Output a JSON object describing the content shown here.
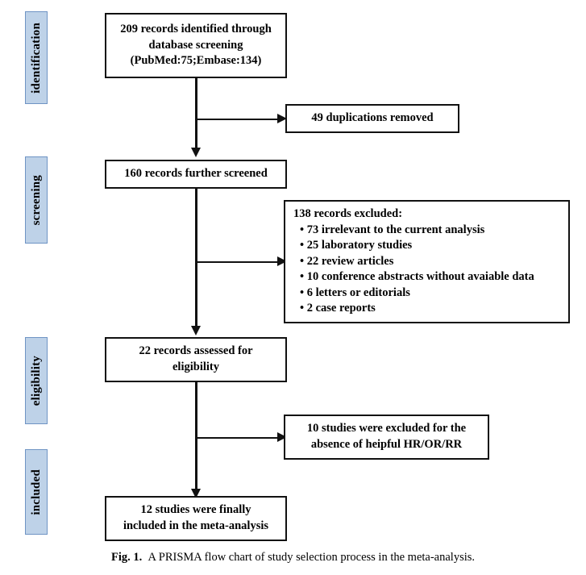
{
  "figure": {
    "caption_label": "Fig. 1.",
    "caption_text": "A PRISMA flow chart of study selection process in the meta-analysis."
  },
  "colors": {
    "stage_fill": "#bed2e8",
    "stage_border": "#6f94c4",
    "box_border": "#111111",
    "line": "#111111",
    "background": "#ffffff"
  },
  "chart_data": {
    "type": "diagram",
    "title": "A PRISMA flow chart of study selection process in the meta-analysis.",
    "stages": [
      {
        "name": "identification",
        "label": "identification"
      },
      {
        "name": "screening",
        "label": "screening"
      },
      {
        "name": "eligibility",
        "label": "eligibility"
      },
      {
        "name": "included",
        "label": "included"
      }
    ],
    "nodes": [
      {
        "id": "identified",
        "stage": "identification",
        "count": 209,
        "lines": [
          "209 records identified through",
          "database screening",
          "(PubMed:75;Embase:134)"
        ]
      },
      {
        "id": "duplicates-removed",
        "stage": "identification",
        "count": 49,
        "lines": [
          "49 duplications removed"
        ]
      },
      {
        "id": "screened",
        "stage": "screening",
        "count": 160,
        "lines": [
          "160 records further screened"
        ]
      },
      {
        "id": "excluded",
        "stage": "screening",
        "count": 138,
        "lines": [
          "138 records excluded:",
          "• 73 irrelevant to the current analysis",
          "• 25 laboratory studies",
          "• 22 review articles",
          "• 10 conference abstracts without avaiable data",
          "• 6 letters or editorials",
          "• 2 case reports"
        ],
        "breakdown": [
          {
            "reason": "irrelevant to the current analysis",
            "count": 73
          },
          {
            "reason": "laboratory studies",
            "count": 25
          },
          {
            "reason": "review articles",
            "count": 22
          },
          {
            "reason": "conference abstracts without avaiable data",
            "count": 10
          },
          {
            "reason": "letters or editorials",
            "count": 6
          },
          {
            "reason": "case reports",
            "count": 2
          }
        ]
      },
      {
        "id": "assessed",
        "stage": "eligibility",
        "count": 22,
        "lines": [
          "22 records assessed for",
          "eligibility"
        ]
      },
      {
        "id": "excluded-no-estimates",
        "stage": "eligibility",
        "count": 10,
        "lines": [
          "10 studies were excluded for the",
          "absence of heipful HR/OR/RR"
        ]
      },
      {
        "id": "included-final",
        "stage": "included",
        "count": 12,
        "lines": [
          "12 studies were finally",
          "included in the meta-analysis"
        ]
      }
    ],
    "edges": [
      {
        "from": "identified",
        "to": "screened",
        "direction": "down"
      },
      {
        "from": "identified",
        "to": "duplicates-removed",
        "direction": "right"
      },
      {
        "from": "screened",
        "to": "assessed",
        "direction": "down"
      },
      {
        "from": "screened",
        "to": "excluded",
        "direction": "right"
      },
      {
        "from": "assessed",
        "to": "included-final",
        "direction": "down"
      },
      {
        "from": "assessed",
        "to": "excluded-no-estimates",
        "direction": "right"
      }
    ]
  }
}
